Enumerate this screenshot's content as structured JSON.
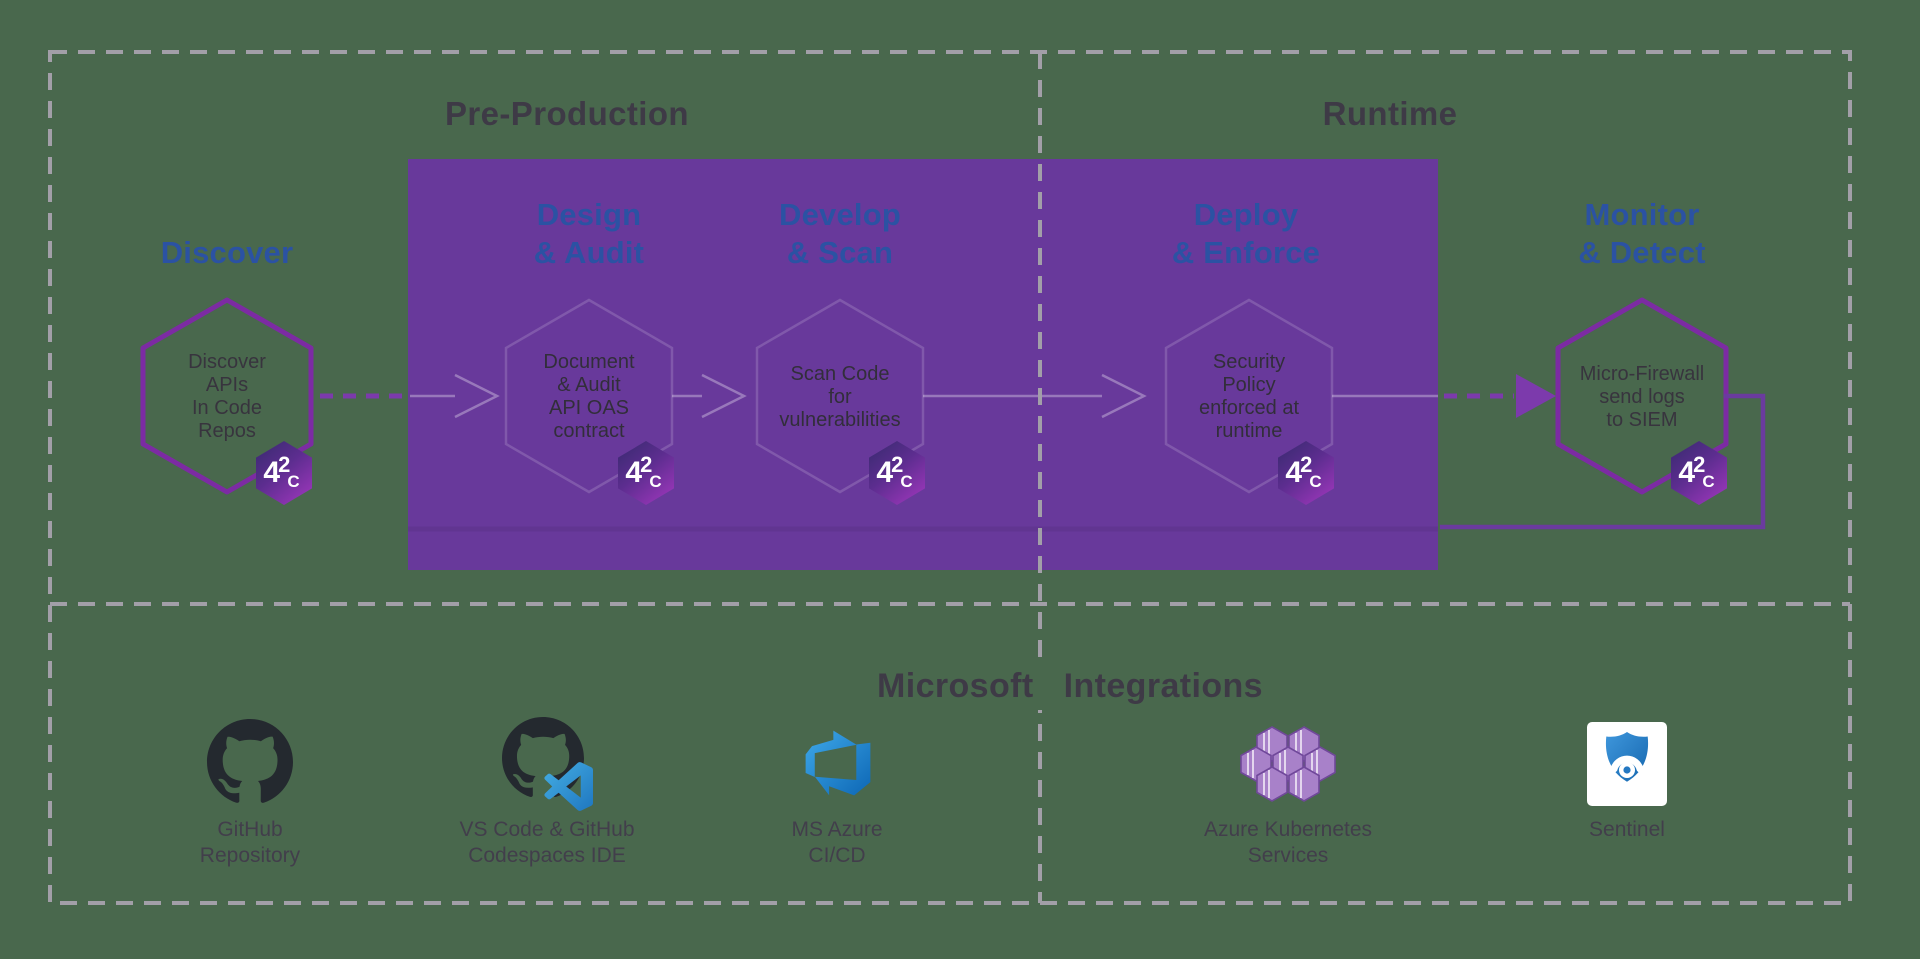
{
  "colors": {
    "background": "#49684D",
    "purple_box": "#68399B",
    "hex_stroke": "#7C2BA3",
    "faint_hex_stroke": "rgba(255,255,255,0.16)",
    "arrow_purple": "#7C3AAC",
    "loop_purple": "#6B3B9E",
    "border_gray": "#A29FA8",
    "title_blue": "#2B52A3",
    "phase_text": "#3E3A46",
    "hex_text": "#38343E",
    "badge_gradient_start": "#372A6E",
    "badge_gradient_end": "#A438C0",
    "github_dark": "#24292F",
    "vscode_blue": "#2E9BD6",
    "azure_devops_blue": "#1081D7",
    "aks_lavender": "#A881C9",
    "sentinel_blue": "#2478C2"
  },
  "phases": {
    "left": "Pre-Production",
    "right": "Runtime"
  },
  "stages": [
    {
      "id": "discover",
      "title_lines": [
        "Discover"
      ],
      "hex_lines": [
        "Discover",
        "APIs",
        "In Code",
        "Repos"
      ]
    },
    {
      "id": "design-audit",
      "title_lines": [
        "Design",
        "& Audit"
      ],
      "hex_lines": [
        "Document",
        "& Audit",
        "API OAS",
        "contract"
      ]
    },
    {
      "id": "develop-scan",
      "title_lines": [
        "Develop",
        "& Scan"
      ],
      "hex_lines": [
        "Scan Code",
        "for",
        "vulnerabilities"
      ]
    },
    {
      "id": "deploy-enforce",
      "title_lines": [
        "Deploy",
        "& Enforce"
      ],
      "hex_lines": [
        "Security",
        "Policy",
        "enforced at",
        "runtime"
      ]
    },
    {
      "id": "monitor-detect",
      "title_lines": [
        "Monitor",
        "& Detect"
      ],
      "hex_lines": [
        "Micro-Firewall",
        "send logs",
        "to SIEM"
      ]
    }
  ],
  "logo": {
    "chars": [
      "4",
      "2",
      "C"
    ]
  },
  "integrations": {
    "title_words": [
      "Microsoft",
      "Integrations"
    ],
    "items": [
      {
        "icon": "github-icon",
        "label_lines": [
          "GitHub",
          "Repository"
        ]
      },
      {
        "icon": "vscode-codespaces-icon",
        "label_lines": [
          "VS Code & GitHub",
          "Codespaces IDE"
        ]
      },
      {
        "icon": "azure-devops-icon",
        "label_lines": [
          "MS Azure",
          "CI/CD"
        ]
      },
      {
        "icon": "aks-icon",
        "label_lines": [
          "Azure Kubernetes",
          "Services"
        ]
      },
      {
        "icon": "sentinel-icon",
        "label_lines": [
          "Sentinel"
        ]
      }
    ]
  }
}
